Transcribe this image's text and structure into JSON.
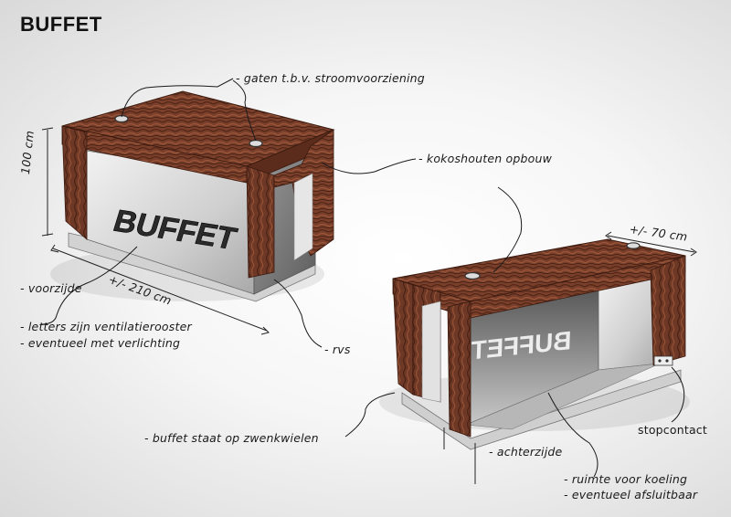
{
  "title": "BUFFET",
  "logo_text": "BUFFET",
  "labels": {
    "gaten": "- gaten t.b.v. stroomvoorziening",
    "kokos": "- kokoshouten opbouw",
    "height": "100 cm",
    "width_front": "+/- 210 cm",
    "depth": "+/- 70 cm",
    "voorzijde": "- voorzijde",
    "letters1": "- letters zijn ventilatierooster",
    "letters2": "- eventueel met verlichting",
    "rvs": "- rvs",
    "wielen": "- buffet staat op zwenkwielen",
    "achterzijde": "- achterzijde",
    "stopcontact": "stopcontact",
    "koeling1": "- ruimte voor koeling",
    "koeling2": "- eventueel afsluitbaar"
  },
  "colors": {
    "wood": "#7a3f2b",
    "wood_dark": "#4e2416",
    "steel_light": "#e8e8e8",
    "steel_dark": "#8c8c8c"
  }
}
